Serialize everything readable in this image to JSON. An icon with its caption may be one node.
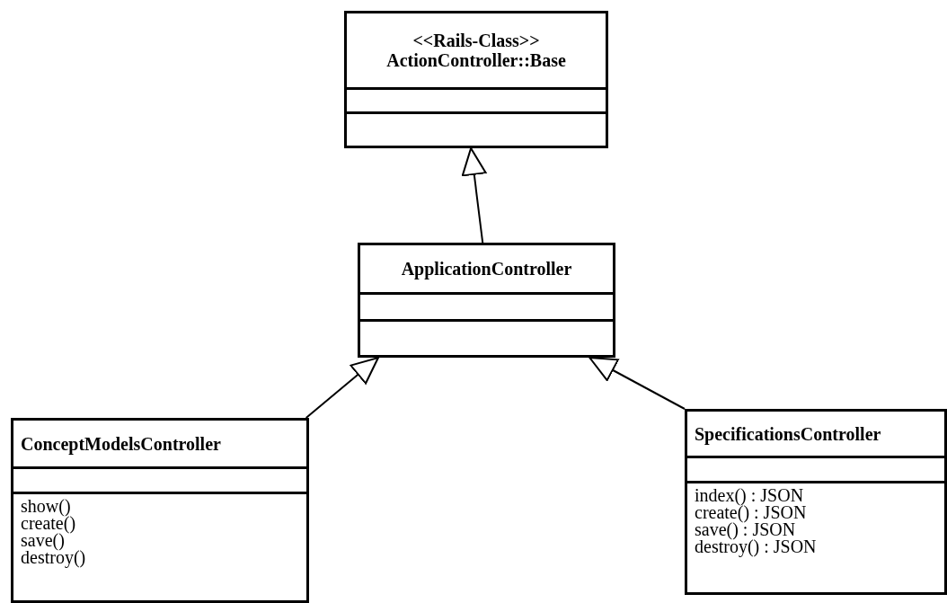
{
  "diagram": {
    "nodes": [
      {
        "text": [
          "<<Rails-Class>>",
          "ActionController::Base"
        ]
      },
      {
        "text": [
          "ApplicationController"
        ]
      },
      {
        "text": [
          "ConceptModelsController",
          "show()",
          "create()",
          "save()",
          "destroy()"
        ]
      },
      {
        "text": [
          "SpecificationsController",
          "index() : JSON",
          "create() : JSON",
          "save() : JSON",
          "destroy() : JSON"
        ]
      }
    ],
    "edges": [
      {
        "from": 1,
        "to": 0,
        "arrow": "to"
      },
      {
        "from": 2,
        "to": 1,
        "arrow": "to"
      },
      {
        "from": 3,
        "to": 1,
        "arrow": "to"
      }
    ]
  }
}
